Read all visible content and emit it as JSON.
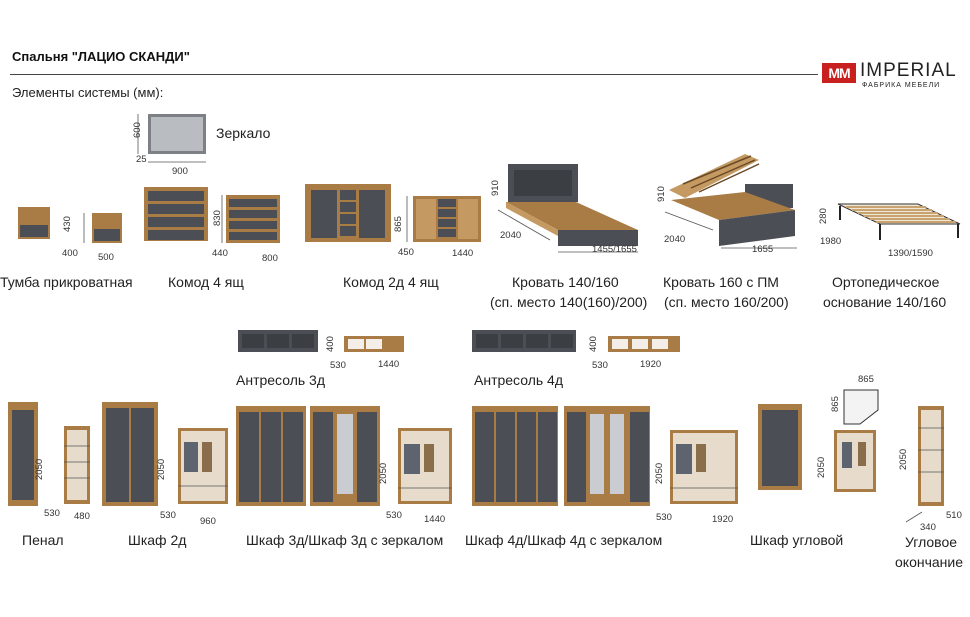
{
  "header": {
    "title": "Спальня \"ЛАЦИО СКАНДИ\"",
    "subtitle": "Элементы системы (мм):",
    "logo_mark": "MM",
    "logo_name": "IMPERIAL",
    "logo_sub": "ФАБРИКА МЕБЕЛИ"
  },
  "items": {
    "mirror": {
      "label": "Зеркало",
      "h": "600",
      "d": "25",
      "w": "900"
    },
    "tumba": {
      "label": "Тумба прикроватная",
      "h": "430",
      "d": "400",
      "w": "500"
    },
    "komod4": {
      "label": "Комод 4 ящ",
      "h": "830",
      "d": "440",
      "w": "800"
    },
    "komod2d": {
      "label": "Комод 2д 4 ящ",
      "h": "865",
      "d": "450",
      "w": "1440"
    },
    "bed": {
      "label1": "Кровать 140/160",
      "label2": "(сп. место 140(160)/200)",
      "h": "910",
      "d": "2040",
      "w": "1455/1655"
    },
    "bedpm": {
      "label1": "Кровать 160 с ПМ",
      "label2": "(сп. место 160/200)",
      "h": "910",
      "d": "2040",
      "w": "1655"
    },
    "ortho": {
      "label1": "Ортопедическое",
      "label2": "основание 140/160",
      "h": "280",
      "d": "1980",
      "w": "1390/1590"
    },
    "antr3": {
      "label": "Антресоль 3д",
      "h": "400",
      "d": "530",
      "w": "1440"
    },
    "antr4": {
      "label": "Антресоль 4д",
      "h": "400",
      "d": "530",
      "w": "1920"
    },
    "penal": {
      "label": "Пенал",
      "h": "2050",
      "d": "530",
      "w": "480"
    },
    "shkaf2": {
      "label": "Шкаф 2д",
      "h": "2050",
      "d": "530",
      "w": "960"
    },
    "shkaf3": {
      "label": "Шкаф 3д/Шкаф 3д с зеркалом",
      "h": "2050",
      "d": "530",
      "w": "1440"
    },
    "shkaf4": {
      "label": "Шкаф 4д/Шкаф 4д с зеркалом",
      "h": "2050",
      "d": "530",
      "w": "1920"
    },
    "corner": {
      "label": "Шкаф угловой",
      "h": "2050",
      "top_w": "865",
      "top_d": "865"
    },
    "end": {
      "label1": "Угловое",
      "label2": "окончание",
      "h": "2050",
      "d": "340",
      "w": "510"
    }
  }
}
